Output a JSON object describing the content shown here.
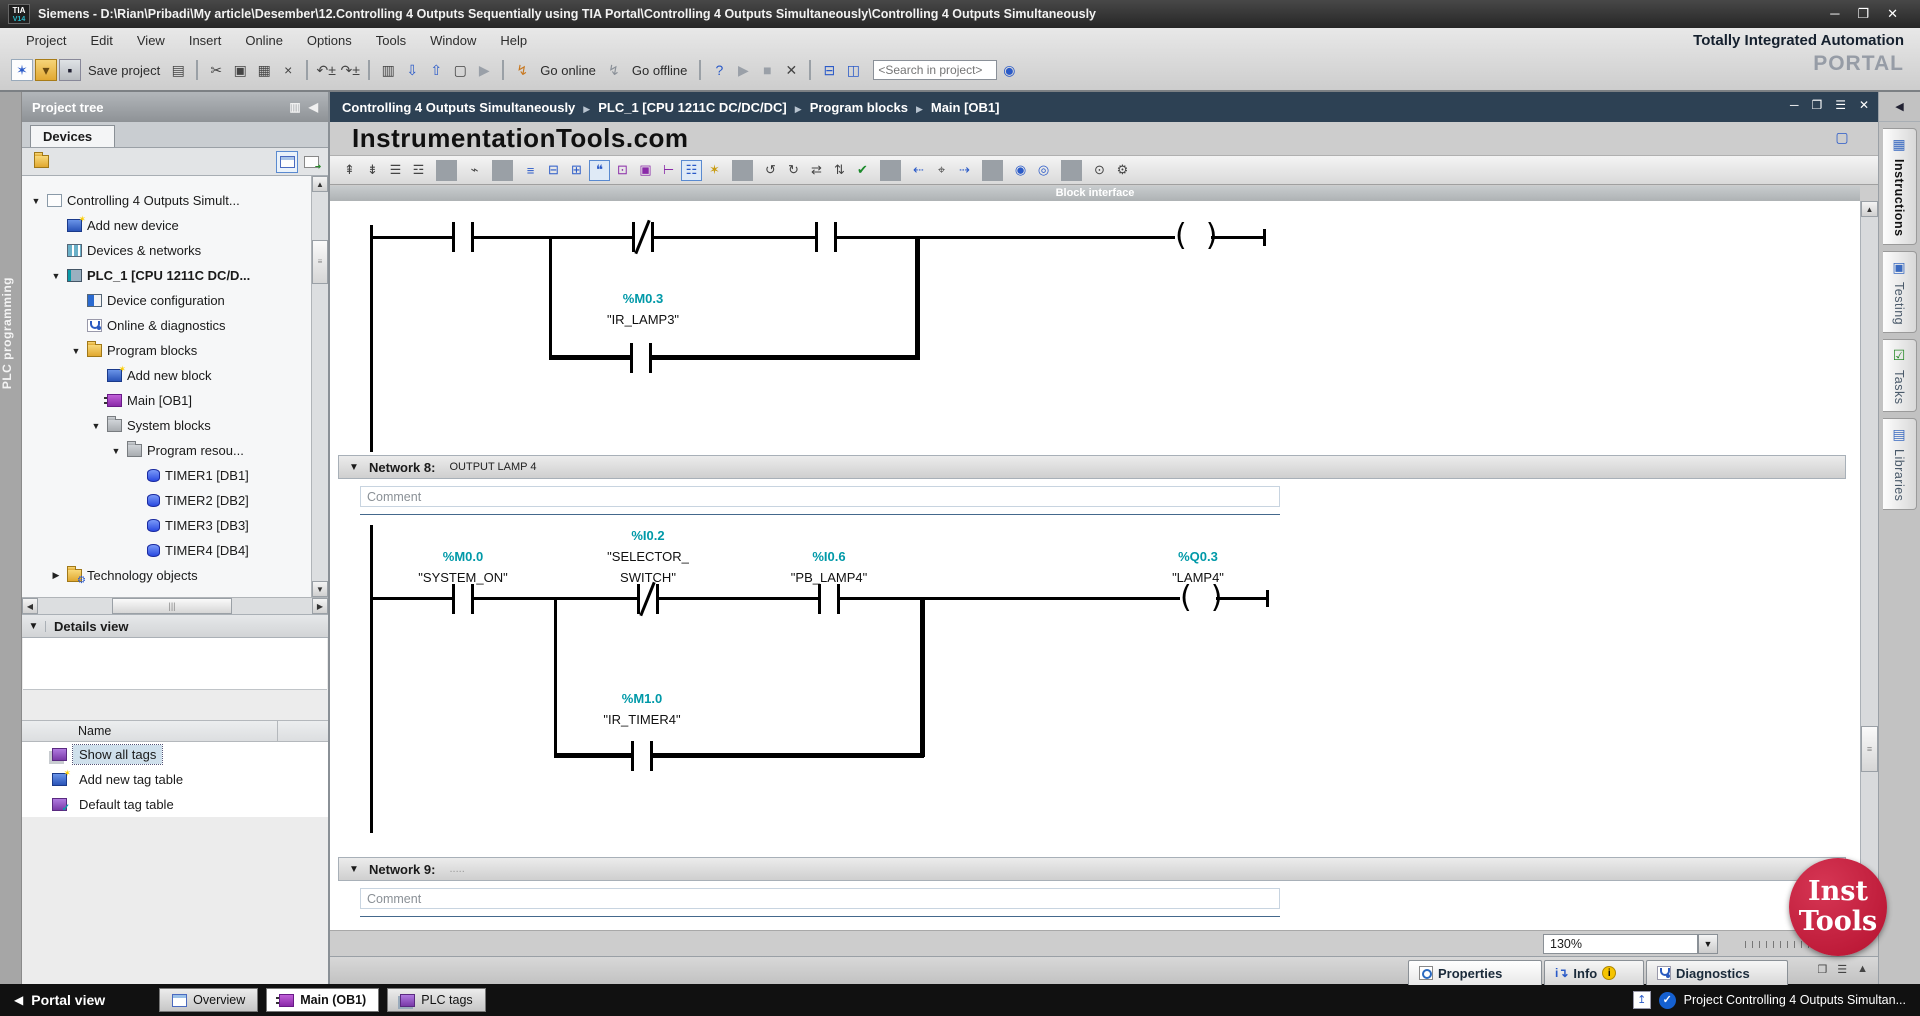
{
  "window": {
    "badge_line1": "TIA",
    "badge_line2": "V14",
    "title": "Siemens  -  D:\\Rian\\Pribadi\\My article\\Desember\\12.Controlling 4 Outputs Sequentially using TIA Portal\\Controlling 4 Outputs Simultaneously\\Controlling 4 Outputs Simultaneously",
    "minimize": "─",
    "restore": "❐",
    "close": "✕"
  },
  "brand": {
    "line1": "Totally Integrated Automation",
    "line2": "PORTAL"
  },
  "menu": {
    "items": [
      "Project",
      "Edit",
      "View",
      "Insert",
      "Online",
      "Options",
      "Tools",
      "Window",
      "Help"
    ]
  },
  "main_toolbar": {
    "search_placeholder": "<Search in project>",
    "icons": [
      {
        "name": "new-project-icon",
        "glyph": "✶",
        "cls": "c-new"
      },
      {
        "name": "open-project-icon",
        "glyph": "▾",
        "cls": "c-folder"
      },
      {
        "name": "save-project-icon",
        "glyph": "▪",
        "cls": "c-save"
      },
      {
        "name": "save-project-button",
        "glyph": "Save project",
        "cls": "tlabel"
      },
      {
        "name": "print-icon",
        "glyph": "▤"
      },
      {
        "cls": "sep"
      },
      {
        "name": "cut-icon",
        "glyph": "✂"
      },
      {
        "name": "copy-icon",
        "glyph": "▣"
      },
      {
        "name": "paste-icon",
        "glyph": "▦"
      },
      {
        "name": "delete-icon",
        "glyph": "×"
      },
      {
        "cls": "sep"
      },
      {
        "name": "undo-icon",
        "glyph": "↶±"
      },
      {
        "name": "redo-icon",
        "glyph": "↷±"
      },
      {
        "cls": "sep"
      },
      {
        "name": "device-module-icon",
        "glyph": "▥"
      },
      {
        "name": "download-to-device-icon",
        "glyph": "⇩",
        "cls": "c-blue"
      },
      {
        "name": "upload-from-device-icon",
        "glyph": "⇧",
        "cls": "c-blue"
      },
      {
        "name": "device-display-icon",
        "glyph": "▢"
      },
      {
        "name": "start-runtime-icon",
        "glyph": "▶",
        "cls": "c-dis"
      },
      {
        "cls": "sep"
      },
      {
        "name": "go-online-icon",
        "glyph": "↯",
        "cls": "c-orange"
      },
      {
        "name": "go-online-button",
        "glyph": "Go online",
        "cls": "tlabel"
      },
      {
        "name": "go-offline-icon",
        "glyph": "↯",
        "cls": "c-gray"
      },
      {
        "name": "go-offline-button",
        "glyph": "Go offline",
        "cls": "tlabel"
      },
      {
        "cls": "sep"
      },
      {
        "name": "accessible-devices-icon",
        "glyph": "?",
        "cls": "c-blue"
      },
      {
        "name": "start-cpu-icon",
        "glyph": "▶",
        "cls": "c-dis"
      },
      {
        "name": "stop-cpu-icon",
        "glyph": "■",
        "cls": "c-dis"
      },
      {
        "name": "cross-reference-icon",
        "glyph": "✕"
      },
      {
        "cls": "sep"
      },
      {
        "name": "split-editor-horizontal-icon",
        "glyph": "⊟",
        "cls": "c-blue"
      },
      {
        "name": "split-editor-vertical-icon",
        "glyph": "◫",
        "cls": "c-blue"
      }
    ],
    "search_button_glyph": "◉"
  },
  "breadcrumb": {
    "items": [
      "Controlling 4 Outputs Simultaneously",
      "PLC_1 [CPU 1211C DC/DC/DC]",
      "Program blocks",
      "Main [OB1]"
    ],
    "minimize": "─",
    "restore": "❐",
    "menu": "☰",
    "close": "✕",
    "collapse": "◀"
  },
  "project_tree": {
    "title": "Project tree",
    "header_icons": {
      "pin": "▥",
      "collapse": "◀"
    },
    "tab_devices": "Devices",
    "items": [
      {
        "name": "tree-item-project",
        "label": "Controlling 4 Outputs Simult...",
        "exp": "▼",
        "ic": "doc",
        "indent": 0
      },
      {
        "name": "tree-item-add-new-device",
        "label": "Add new device",
        "exp": "",
        "ic": "add",
        "indent": 1
      },
      {
        "name": "tree-item-devices-networks",
        "label": "Devices & networks",
        "exp": "",
        "ic": "net",
        "indent": 1
      },
      {
        "name": "tree-item-plc1",
        "label": "PLC_1 [CPU 1211C DC/D...",
        "exp": "▼",
        "ic": "plc",
        "cls": "bold",
        "indent": 1
      },
      {
        "name": "tree-item-device-configuration",
        "label": "Device configuration",
        "exp": "",
        "ic": "devcfg",
        "indent": 2
      },
      {
        "name": "tree-item-online-diagnostics",
        "label": "Online & diagnostics",
        "exp": "",
        "ic": "diag",
        "indent": 2
      },
      {
        "name": "tree-item-program-blocks",
        "label": "Program blocks",
        "exp": "▼",
        "ic": "folder",
        "indent": 2
      },
      {
        "name": "tree-item-add-new-block",
        "label": "Add new block",
        "exp": "",
        "ic": "add",
        "indent": 3
      },
      {
        "name": "tree-item-main-ob1",
        "label": "Main [OB1]",
        "exp": "",
        "ic": "ob",
        "indent": 3
      },
      {
        "name": "tree-item-system-blocks",
        "label": "System blocks",
        "exp": "▼",
        "ic": "folder-gray",
        "indent": 3
      },
      {
        "name": "tree-item-program-resources",
        "label": "Program resou...",
        "exp": "▼",
        "ic": "folder-gray",
        "indent": 4
      },
      {
        "name": "tree-item-timer1",
        "label": "TIMER1 [DB1]",
        "exp": "",
        "ic": "db",
        "indent": 5
      },
      {
        "name": "tree-item-timer2",
        "label": "TIMER2 [DB2]",
        "exp": "",
        "ic": "db",
        "indent": 5
      },
      {
        "name": "tree-item-timer3",
        "label": "TIMER3 [DB3]",
        "exp": "",
        "ic": "db",
        "indent": 5
      },
      {
        "name": "tree-item-timer4",
        "label": "TIMER4 [DB4]",
        "exp": "",
        "ic": "db",
        "indent": 5
      },
      {
        "name": "tree-item-technology-objects",
        "label": "Technology objects",
        "exp": "▶",
        "ic": "tech",
        "indent": 1
      }
    ]
  },
  "details_view": {
    "title": "Details view",
    "name_header": "Name",
    "rows": [
      "Show all tags",
      "Add new tag table",
      "Default tag table"
    ]
  },
  "plc_programming_label": "PLC programming",
  "right_tabs": [
    "Instructions",
    "Testing",
    "Tasks",
    "Libraries"
  ],
  "editor": {
    "watermark": "InstrumentationTools.com",
    "block_interface": "Block interface",
    "lad_icons": [
      {
        "name": "close-all-networks-icon",
        "glyph": "⇞"
      },
      {
        "name": "open-all-networks-icon",
        "glyph": "⇟"
      },
      {
        "name": "insert-row-icon",
        "glyph": "☰"
      },
      {
        "name": "delete-row-icon",
        "glyph": "☲"
      },
      {
        "cls": "sep"
      },
      {
        "name": "keep-connection-icon",
        "glyph": "⌁"
      },
      {
        "cls": "sep"
      },
      {
        "name": "align-left-icon",
        "glyph": "≡",
        "cls": "c-blue"
      },
      {
        "name": "align-center-icon",
        "glyph": "⊟",
        "cls": "c-blue"
      },
      {
        "name": "align-right-icon",
        "glyph": "⊞",
        "cls": "c-blue"
      },
      {
        "name": "toggle-network-comments-icon",
        "glyph": "❝",
        "cls": "active c-blue"
      },
      {
        "name": "insert-contact-icon",
        "glyph": "⊡",
        "cls": "c-purple"
      },
      {
        "name": "insert-empty-box-icon",
        "glyph": "▣",
        "cls": "c-purple"
      },
      {
        "name": "open-branch-icon",
        "glyph": "⊢",
        "cls": "c-purple"
      },
      {
        "name": "toggle-block-interface-icon",
        "glyph": "☷",
        "cls": "active c-blue"
      },
      {
        "name": "favorites-icon",
        "glyph": "✶",
        "cls": "c-gold"
      },
      {
        "cls": "sep"
      },
      {
        "name": "go-to-previous-usage-icon",
        "glyph": "↺"
      },
      {
        "name": "go-to-next-usage-icon",
        "glyph": "↻"
      },
      {
        "name": "update-block-calls-icon",
        "glyph": "⇄"
      },
      {
        "name": "sync-online-icon",
        "glyph": "⇅"
      },
      {
        "name": "consistency-check-icon",
        "glyph": "✔",
        "cls": "c-green"
      },
      {
        "cls": "sep"
      },
      {
        "name": "jump-backward-icon",
        "glyph": "⇠",
        "cls": "c-blue"
      },
      {
        "name": "jump-label-icon",
        "glyph": "⌖"
      },
      {
        "name": "jump-forward-icon",
        "glyph": "⇢",
        "cls": "c-blue"
      },
      {
        "cls": "sep"
      },
      {
        "name": "monitor-on-icon",
        "glyph": "◉",
        "cls": "c-blue"
      },
      {
        "name": "monitor-off-icon",
        "glyph": "◎",
        "cls": "c-blue"
      },
      {
        "cls": "sep"
      },
      {
        "name": "snapshot-icon",
        "glyph": "⊙"
      },
      {
        "name": "modify-operand-icon",
        "glyph": "⚙"
      }
    ],
    "settings_icon_glyph": "▢",
    "handle_up": "▲",
    "handle_down": "▼",
    "network7": {
      "branch_address": "%M0.3",
      "branch_tag": "\"IR_LAMP3\""
    },
    "network8": {
      "label": "Network 8:",
      "title": "OUTPUT LAMP 4",
      "comment_placeholder": "Comment",
      "contact1_address": "%M0.0",
      "contact1_tag": "\"SYSTEM_ON\"",
      "contact2_address": "%I0.2",
      "contact2_tag_line1": "\"SELECTOR_",
      "contact2_tag_line2": "SWITCH\"",
      "contact3_address": "%I0.6",
      "contact3_tag": "\"PB_LAMP4\"",
      "coil_address": "%Q0.3",
      "coil_tag": "\"LAMP4\"",
      "branch_address": "%M1.0",
      "branch_tag": "\"IR_TIMER4\""
    },
    "network9": {
      "label": "Network 9:",
      "title": ".....",
      "comment_placeholder": "Comment"
    },
    "zoom_value": "130%"
  },
  "bottom_tabs": {
    "properties": "Properties",
    "info": "Info",
    "diagnostics": "Diagnostics"
  },
  "taskbar": {
    "portal_view": "Portal view",
    "overview": "Overview",
    "main": "Main (OB1)",
    "plc_tags": "PLC tags",
    "status": "Project Controlling 4 Outputs Simultan..."
  },
  "logo": {
    "line1": "Inst",
    "line2": "Tools"
  },
  "colors": {
    "accent_teal": "#0099a8",
    "breadcrumb_bg": "#2d4154",
    "logo_red": "#bb1430",
    "selection_blue": "#cfe0ec"
  }
}
